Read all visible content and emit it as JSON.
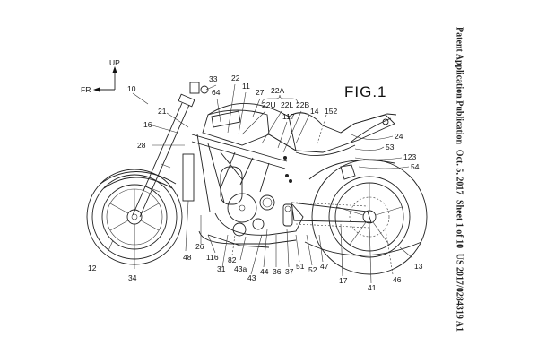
{
  "header": {
    "publication_type": "Patent Application Publication",
    "date": "Oct. 5, 2017",
    "sheet": "Sheet 1 of 10",
    "publication_number": "US 2017/0284319 A1"
  },
  "figure": {
    "title": "FIG.1",
    "orientation": {
      "up_label": "UP",
      "front_label": "FR"
    },
    "reference_numerals": {
      "vehicle": "10",
      "n21": "21",
      "n16": "16",
      "n28": "28",
      "n33": "33",
      "n64": "64",
      "n22": "22",
      "n11": "11",
      "n27": "27",
      "n22A": "22A",
      "n22U": "22U",
      "n22L": "22L",
      "n22B": "22B",
      "n14": "14",
      "n152": "152",
      "n117": "117",
      "n24": "24",
      "n53": "53",
      "n123": "123",
      "n54": "54",
      "n12": "12",
      "n34": "34",
      "n48": "48",
      "n26": "26",
      "n116": "116",
      "n31": "31",
      "n82": "82",
      "n43a": "43a",
      "n43": "43",
      "n44": "44",
      "n36": "36",
      "n37": "37",
      "n51": "51",
      "n52": "52",
      "n47": "47",
      "n17": "17",
      "n41": "41",
      "n46": "46",
      "n13": "13"
    }
  }
}
